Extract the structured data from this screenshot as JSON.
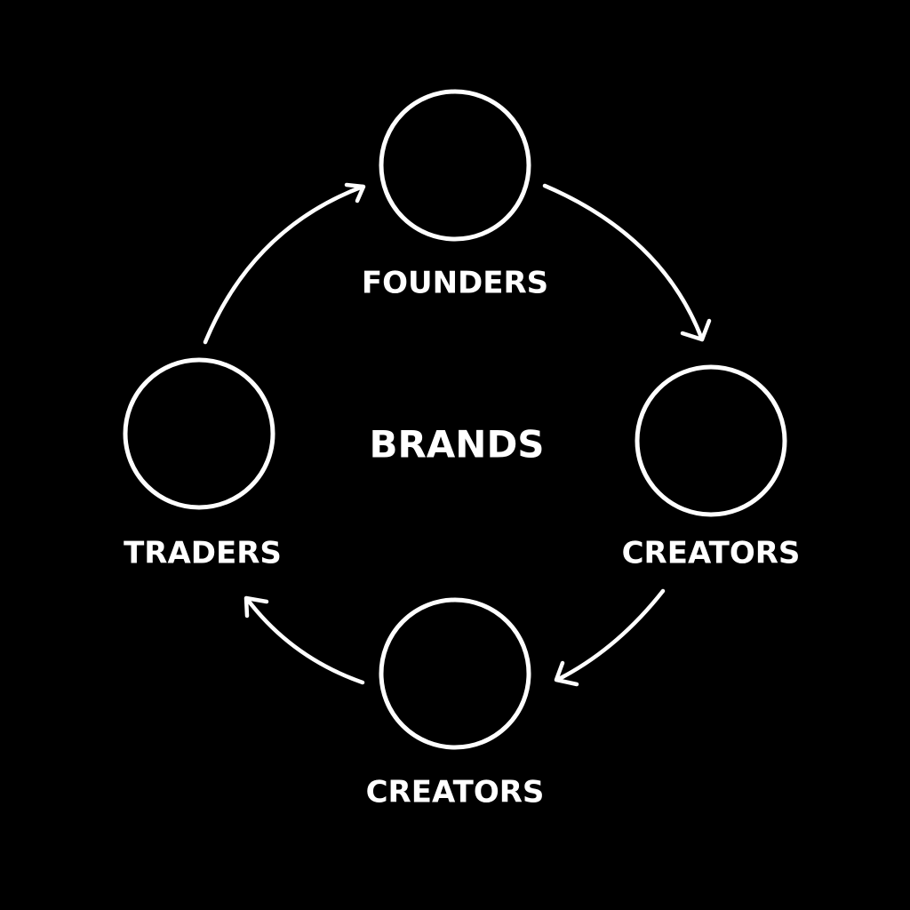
{
  "diagram": {
    "center_label": "BRANDS",
    "nodes": [
      {
        "id": "top",
        "label": "FOUNDERS"
      },
      {
        "id": "right",
        "label": "CREATORS"
      },
      {
        "id": "bottom",
        "label": "CREATORS"
      },
      {
        "id": "left",
        "label": "TRADERS"
      }
    ],
    "edges": [
      {
        "from": "left",
        "to": "top"
      },
      {
        "from": "top",
        "to": "right"
      },
      {
        "from": "right",
        "to": "bottom"
      },
      {
        "from": "bottom",
        "to": "left"
      }
    ],
    "colors": {
      "background": "#000000",
      "stroke": "#ffffff",
      "text": "#ffffff"
    }
  }
}
